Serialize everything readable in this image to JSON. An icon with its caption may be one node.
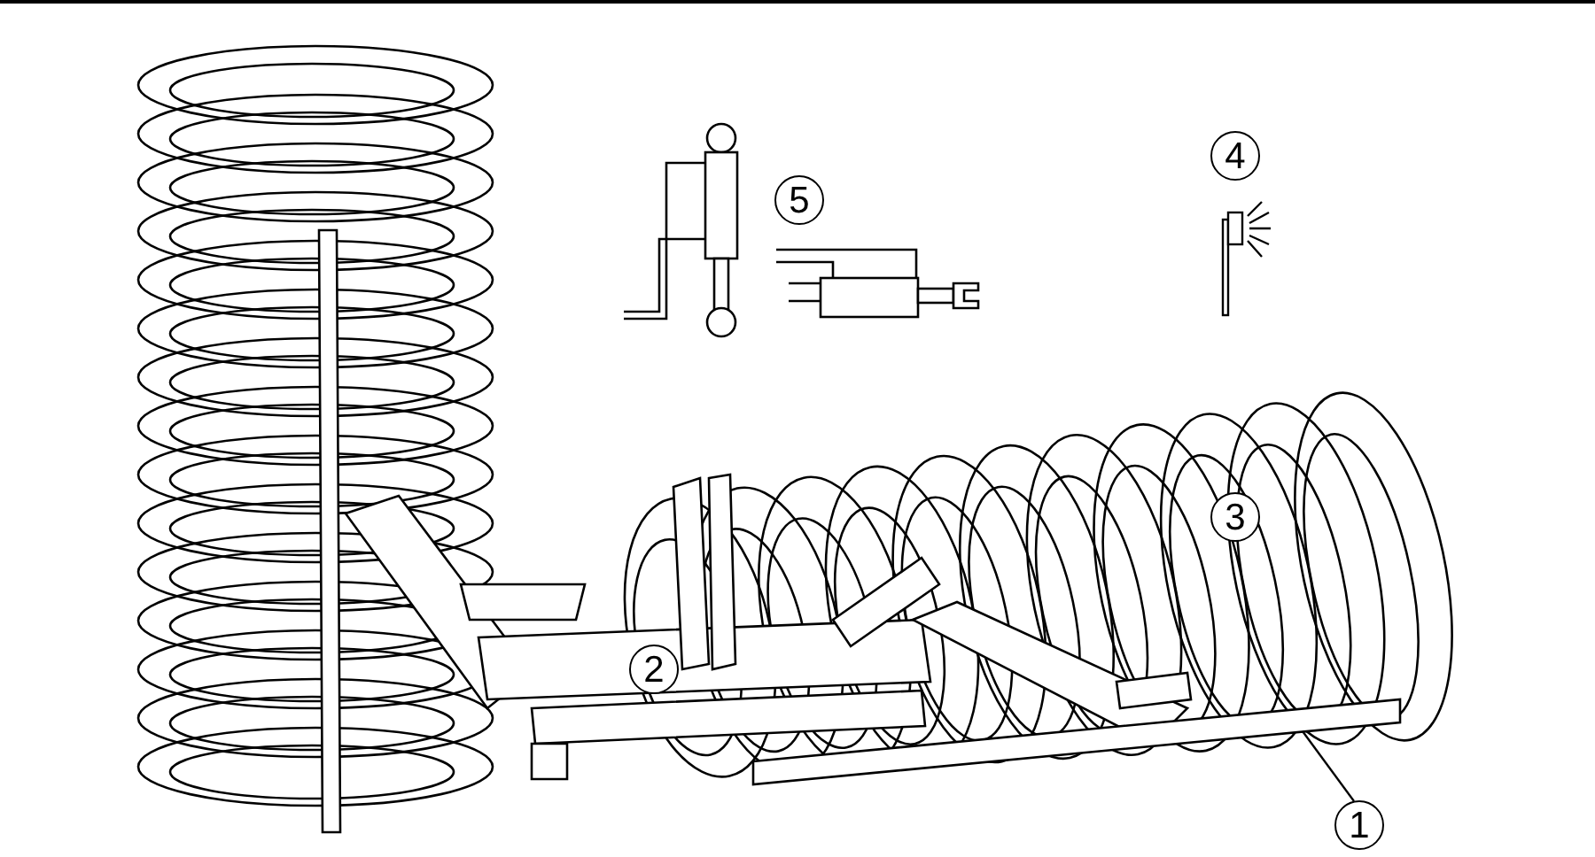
{
  "diagram": {
    "nodes": [
      {
        "text": [
          "4"
        ]
      },
      {
        "text": [
          "5"
        ]
      },
      {
        "text": [
          "3"
        ]
      },
      {
        "text": [
          "2"
        ]
      },
      {
        "text": [
          "1"
        ]
      },
      {
        "text": [],
        "shape": "bar"
      }
    ],
    "edges": [
      {
        "from": 4,
        "to": 5,
        "arrow": "none"
      }
    ]
  }
}
